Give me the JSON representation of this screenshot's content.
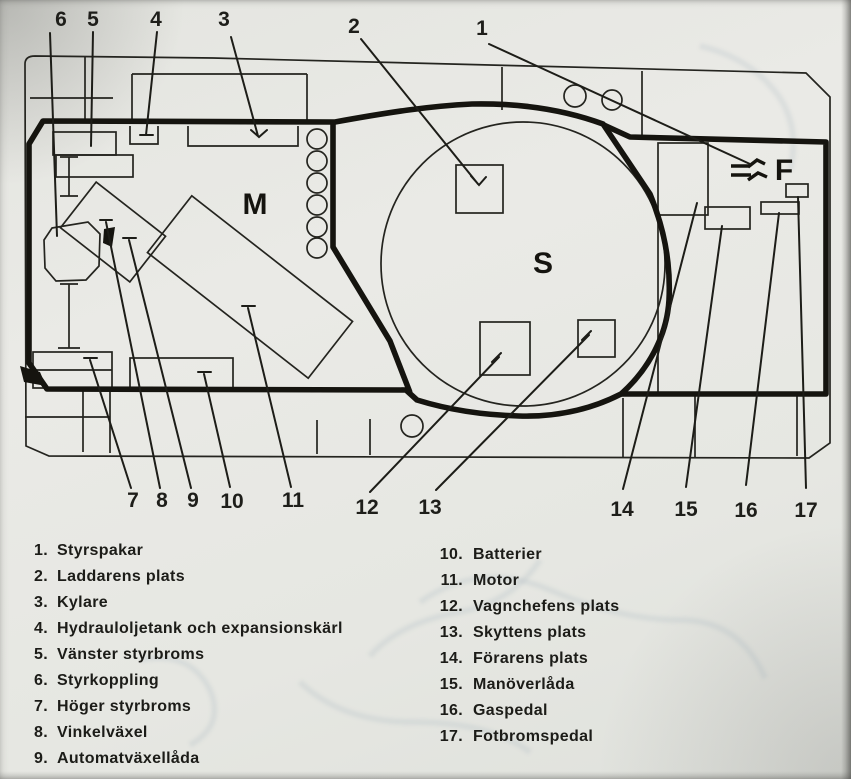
{
  "colors": {
    "paper": "#e8e8e4",
    "ink": "#1d1d18",
    "thick_ink": "#15140f"
  },
  "diagram": {
    "zone_letters": {
      "engine": "M",
      "turret": "S",
      "driver": "F"
    },
    "callouts": {
      "c1": "1",
      "c2": "2",
      "c3": "3",
      "c4": "4",
      "c5": "5",
      "c6": "6",
      "c7": "7",
      "c8": "8",
      "c9": "9",
      "c10": "10",
      "c11": "11",
      "c12": "12",
      "c13": "13",
      "c14": "14",
      "c15": "15",
      "c16": "16",
      "c17": "17"
    }
  },
  "legend": {
    "left": [
      {
        "num": "1.",
        "label": "Styrspakar"
      },
      {
        "num": "2.",
        "label": "Laddarens plats"
      },
      {
        "num": "3.",
        "label": "Kylare"
      },
      {
        "num": "4.",
        "label": "Hydrauloljetank och expansionskärl"
      },
      {
        "num": "5.",
        "label": "Vänster styrbroms"
      },
      {
        "num": "6.",
        "label": "Styrkoppling"
      },
      {
        "num": "7.",
        "label": "Höger styrbroms"
      },
      {
        "num": "8.",
        "label": "Vinkelväxel"
      },
      {
        "num": "9.",
        "label": "Automatväxellåda"
      }
    ],
    "right": [
      {
        "num": "10.",
        "label": "Batterier"
      },
      {
        "num": "11.",
        "label": "Motor"
      },
      {
        "num": "12.",
        "label": "Vagnchefens plats"
      },
      {
        "num": "13.",
        "label": "Skyttens plats"
      },
      {
        "num": "14.",
        "label": "Förarens plats"
      },
      {
        "num": "15.",
        "label": "Manöverlåda"
      },
      {
        "num": "16.",
        "label": "Gaspedal"
      },
      {
        "num": "17.",
        "label": "Fotbromspedal"
      }
    ]
  }
}
